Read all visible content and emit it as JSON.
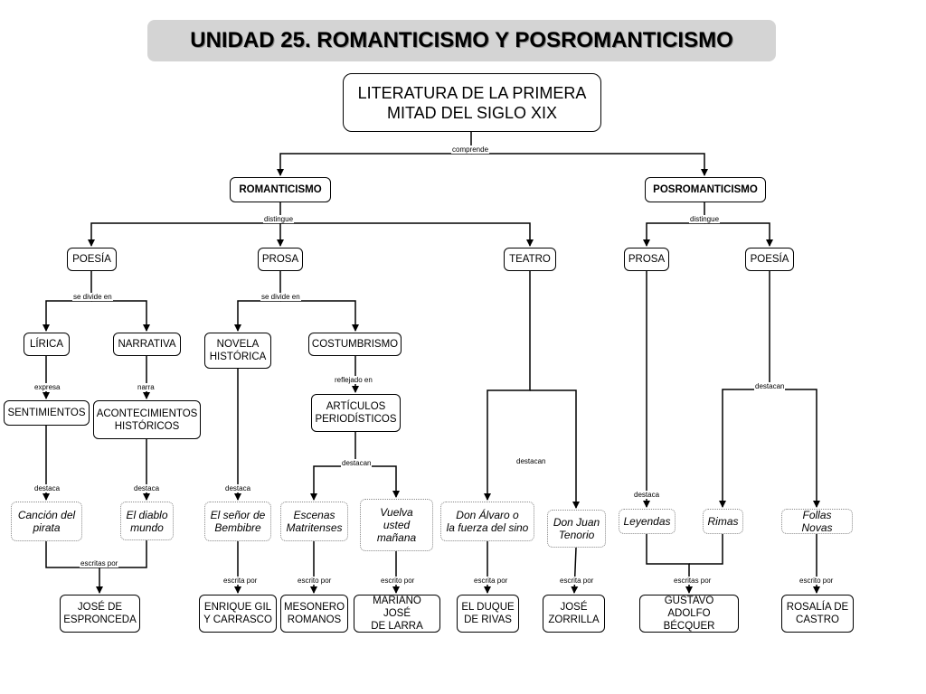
{
  "title": "UNIDAD 25. ROMANTICISMO Y POSROMANTICISMO",
  "nodes": {
    "root": "LITERATURA DE LA PRIMERA\nMITAD DEL SIGLO XIX",
    "romanticismo": "ROMANTICISMO",
    "posromanticismo": "POSROMANTICISMO",
    "poesia": "POESÍA",
    "prosa": "PROSA",
    "teatro": "TEATRO",
    "pos_prosa": "PROSA",
    "pos_poesia": "POESÍA",
    "lirica": "LÍRICA",
    "narrativa": "NARRATIVA",
    "novela": "NOVELA\nHISTÓRICA",
    "costumbrismo": "COSTUMBRISMO",
    "sentimientos": "SENTIMIENTOS",
    "acontecimientos": "ACONTECIMIENTOS\nHISTÓRICOS",
    "articulos": "ARTÍCULOS\nPERIODÍSTICOS",
    "cancion": "Canción del\npirata",
    "diablo": "El diablo\nmundo",
    "bembibre": "El señor de\nBembibre",
    "escenas": "Escenas\nMatritenses",
    "vuelva": "Vuelva\nusted\nmañana",
    "donalvaro": "Don Álvaro o\nla fuerza del sino",
    "tenorio": "Don Juan\nTenorio",
    "leyendas": "Leyendas",
    "rimas": "Rimas",
    "follas": "Follas Novas",
    "espronceda": "JOSÉ DE\nESPRONCEDA",
    "gil": "ENRIQUE GIL\nY CARRASCO",
    "mesonero": "MESONERO\nROMANOS",
    "larra": "MARIANO JOSÉ\nDE LARRA",
    "duque": "EL DUQUE\nDE RIVAS",
    "zorrilla": "JOSÉ\nZORRILLA",
    "becquer": "GUSTAVO ADOLFO\nBÉCQUER",
    "rosalia": "ROSALÍA DE\nCASTRO"
  },
  "labels": {
    "comprende": "comprende",
    "distingue_rom": "distingue",
    "distingue_pos": "distingue",
    "sedivide_poesia": "se divide en",
    "sedivide_prosa": "se divide en",
    "expresa": "expresa",
    "narra": "narra",
    "reflejado": "reflejado en",
    "destaca_cancion": "destaca",
    "destaca_diablo": "destaca",
    "destaca_bembibre": "destaca",
    "destacan_art": "destacan",
    "destacan_teatro": "destacan",
    "destaca_leyendas": "destaca",
    "destacan_poesia": "destacan",
    "escritas_esp": "escritas por",
    "escrita_gil": "escrita por",
    "escrito_meso": "escrito por",
    "escrito_larra": "escrito por",
    "escrita_duque": "escrita por",
    "escrita_zorr": "escrita por",
    "escritas_becq": "escritas por",
    "escrito_ros": "escrito por"
  }
}
